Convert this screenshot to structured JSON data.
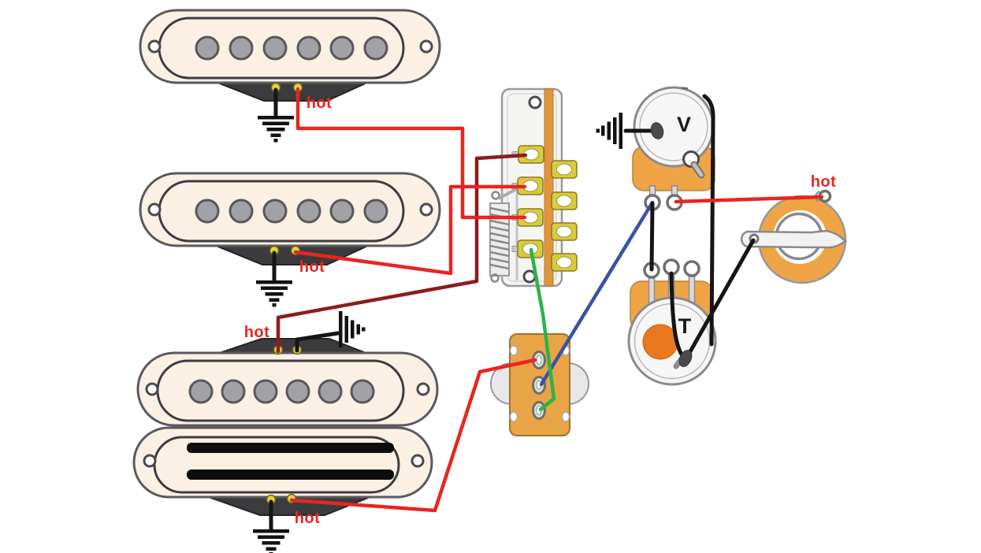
{
  "diagram": {
    "labels": {
      "neck_hot": "hot",
      "middle_hot": "hot",
      "bridge_hot": "hot",
      "rail_hot": "hot",
      "jack_hot": "hot",
      "volume": "V",
      "tone": "T"
    },
    "colors": {
      "hot_wire_red": "#e8251f",
      "hot_wire_dark_red": "#8e1c1c",
      "wire_green": "#2cb34a",
      "wire_blue": "#3953a4",
      "wire_black": "#151515",
      "pickup_cover_cream": "#fbf0e4",
      "pot_body_orange": "#efa545",
      "capacitor_orange": "#e8781f",
      "switch_strip_orange": "#e0953a",
      "switch_lug_yellow": "#d9cb3a",
      "label_red": "#e8251f"
    }
  }
}
